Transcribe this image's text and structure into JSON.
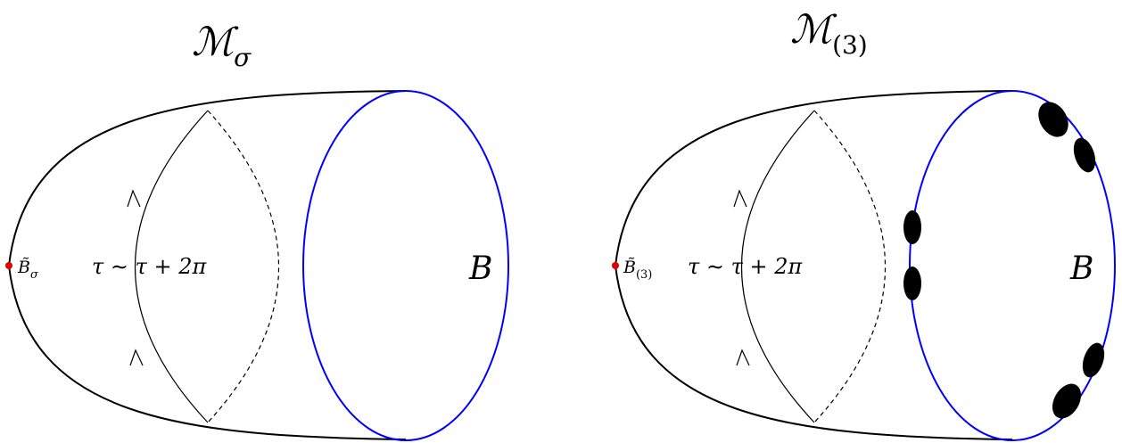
{
  "colors": {
    "outline": "#000000",
    "boundary": "#0000ff",
    "point": "#e00000",
    "insertion": "#000000",
    "background": "#ffffff"
  },
  "panels": [
    {
      "title_main": "ℳ",
      "title_sub": "σ",
      "point_label_main": "B̃",
      "point_label_sub": "σ",
      "cycle_label": "τ ∼ τ + 2π",
      "boundary_label": "B",
      "insertion_count": 0
    },
    {
      "title_main": "ℳ",
      "title_sub": "(3)",
      "point_label_main": "B̃",
      "point_label_sub": "(3)",
      "cycle_label": "τ ∼ τ + 2π",
      "boundary_label": "B",
      "insertion_count": 6
    }
  ]
}
